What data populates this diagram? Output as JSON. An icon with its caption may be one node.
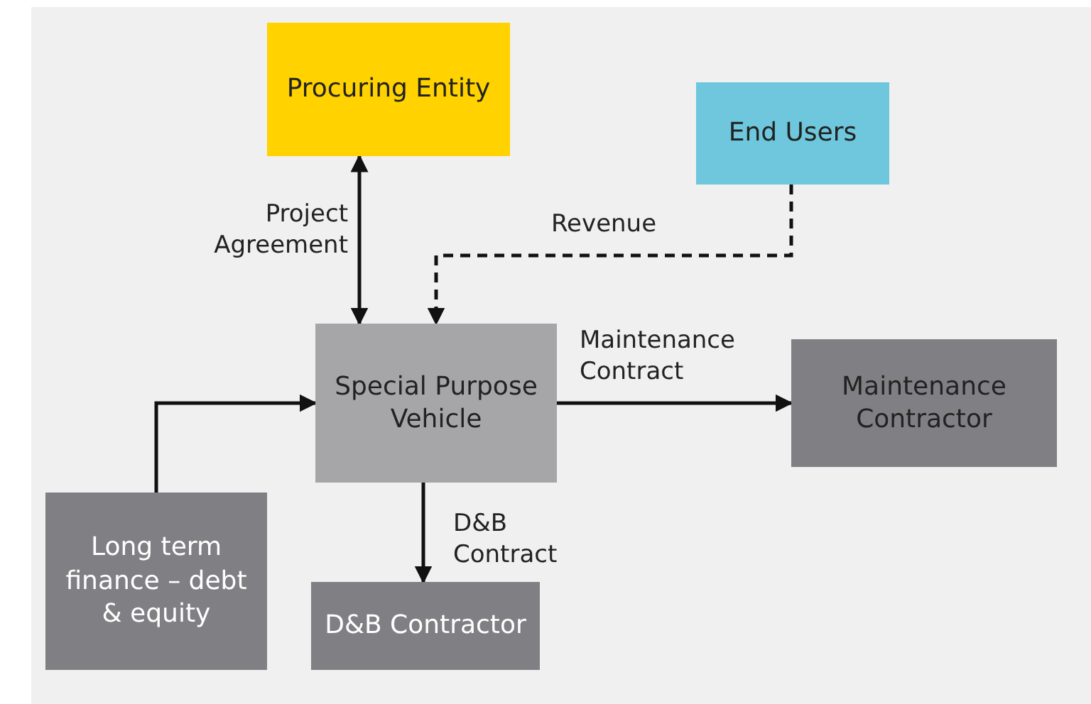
{
  "diagram": {
    "nodes": [
      {
        "text": [
          "Procuring Entity"
        ]
      },
      {
        "text": [
          "End Users"
        ]
      },
      {
        "text": [
          "Special Purpose Vehicle"
        ]
      },
      {
        "text": [
          "Maintenance Contractor"
        ]
      },
      {
        "text": [
          "Long term finance – debt & equity"
        ]
      },
      {
        "text": [
          "D&B Contractor"
        ]
      }
    ],
    "edges": [
      {
        "from": 0,
        "to": 2,
        "arrow": "both",
        "label": "Project Agreement"
      },
      {
        "from": 1,
        "to": 2,
        "arrow": "to",
        "label": "Revenue",
        "style": "dashed"
      },
      {
        "from": 2,
        "to": 3,
        "arrow": "to",
        "label": "Maintenance Contract"
      },
      {
        "from": 4,
        "to": 2,
        "arrow": "to"
      },
      {
        "from": 2,
        "to": 5,
        "arrow": "to",
        "label": "D&B Contract"
      }
    ]
  }
}
